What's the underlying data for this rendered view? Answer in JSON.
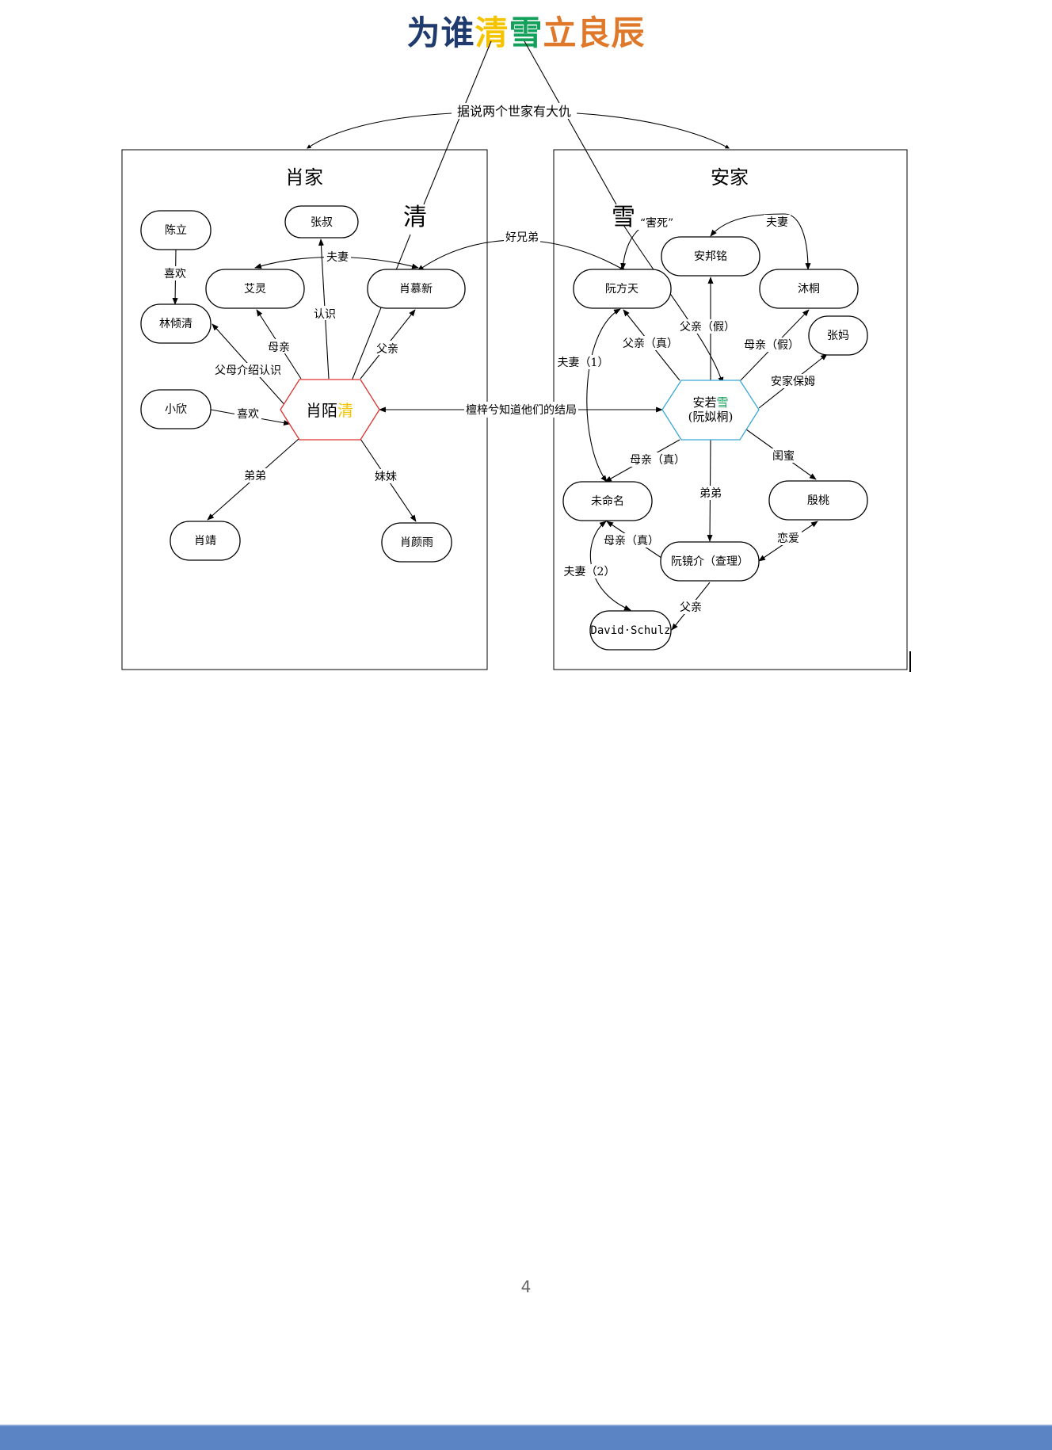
{
  "title": [
    {
      "char": "为",
      "color": "#1f3b6e"
    },
    {
      "char": "谁",
      "color": "#1f3b6e"
    },
    {
      "char": "清",
      "color": "#f5c400"
    },
    {
      "char": "雪",
      "color": "#14a05a"
    },
    {
      "char": "立",
      "color": "#e0782a"
    },
    {
      "char": "良",
      "color": "#e0782a"
    },
    {
      "char": "辰",
      "color": "#e0782a"
    }
  ],
  "top_note": "据说两个世家有大仇",
  "families": {
    "xiao": {
      "name": "肖家",
      "marker": "清"
    },
    "an": {
      "name": "安家",
      "marker": "雪"
    }
  },
  "nodes": {
    "chenli": "陈立",
    "zhangshu": "张叔",
    "ailing": "艾灵",
    "xiaomuxin": "肖慕新",
    "linqingqing": "林倾清",
    "xiaoxin": "小欣",
    "xiaojing": "肖靖",
    "xiaoyanyu": "肖颜雨",
    "xiao_main_1": "肖陌",
    "xiao_main_2": "清",
    "ruanfangtian": "阮方天",
    "anbangming": "安邦铭",
    "mutong": "沐桐",
    "zhangma": "张妈",
    "weimingming": "未命名",
    "yintao": "殷桃",
    "ruanjingjie": "阮镜介（查理）",
    "david": "David·Schulz",
    "an_main_1a": "安若",
    "an_main_1b": "雪",
    "an_main_2": "(阮姒桐)"
  },
  "accent_colors": {
    "xiao_hex": "#e03030",
    "an_hex": "#3aa6d8",
    "qing": "#f5c400",
    "xue": "#14a05a"
  },
  "edge_labels": {
    "xihuan1": "喜欢",
    "fuqi1": "夫妻",
    "renshi": "认识",
    "muqin": "母亲",
    "fuqin": "父亲",
    "fumu_jieshao": "父母介绍认识",
    "xihuan2": "喜欢",
    "didi1": "弟弟",
    "meimei": "妹妹",
    "haoxiongdi": "好兄弟",
    "haisi": "“害死”",
    "fuqi2": "夫妻",
    "fuqin_jia": "父亲（假）",
    "fuqin_zhen": "父亲（真）",
    "muqin_jia": "母亲（假）",
    "fuqi_1": "夫妻（1）",
    "anjia_baomu": "安家保姆",
    "center": "檀梓兮知道他们的结局",
    "muqin_zhen1": "母亲（真）",
    "guimi": "闺蜜",
    "didi2": "弟弟",
    "muqin_zhen2": "母亲（真）",
    "lianai": "恋爱",
    "fuqi_2": "夫妻（2）",
    "fuqin2": "父亲"
  },
  "page_number": "4"
}
